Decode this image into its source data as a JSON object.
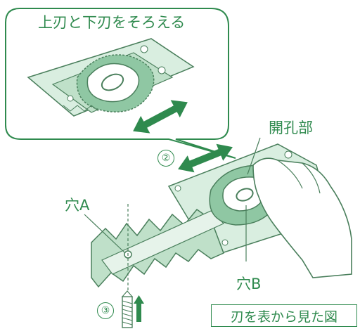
{
  "callout": {
    "title": "上刃と下刃をそろえる"
  },
  "labels": {
    "opening": "開孔部",
    "hole_a": "穴A",
    "hole_b": "穴B"
  },
  "steps": [
    "②",
    "③"
  ],
  "caption": "刃を表から見た図",
  "colors": {
    "green": "#2f8a4e",
    "blade_fill": "#bfe0c9",
    "blade_dark": "#8fc7a3",
    "outline": "#4a7f5c"
  },
  "icons": [
    "double-arrow-icon",
    "screw-icon",
    "hand-icon"
  ]
}
